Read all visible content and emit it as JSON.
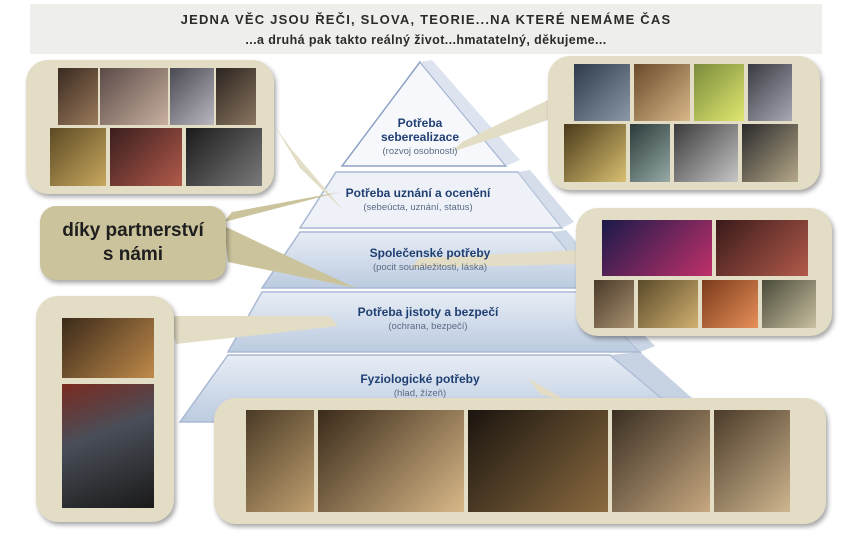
{
  "header": {
    "line1": "JEDNA VĚC JSOU ŘEČI, SLOVA, TEORIE...NA KTERÉ NEMÁME ČAS",
    "line2": "...a druhá pak takto reálný život...hmatatelný, děkujeme..."
  },
  "pyramid": {
    "levels": [
      {
        "title_lines": [
          "Potřeba",
          "seberealizace"
        ],
        "subtitle": "(rozvoj osobnosti)"
      },
      {
        "title_lines": [
          "Potřeba uznání a ocenění"
        ],
        "subtitle": "(sebeúcta, uznání, status)"
      },
      {
        "title_lines": [
          "Společenské potřeby"
        ],
        "subtitle": "(pocit sounáležitosti, láska)"
      },
      {
        "title_lines": [
          "Potřeba jistoty a bezpečí"
        ],
        "subtitle": "(ochrana, bezpečí)"
      },
      {
        "title_lines": [
          "Fyziologické potřeby"
        ],
        "subtitle": "(hlad, žízeň)"
      }
    ]
  },
  "partner_label": {
    "line1": "díky partnerství",
    "line2": "s námi"
  },
  "colors": {
    "bubble": "#e3ddc6",
    "partner": "#cac39b",
    "pyramid": "#d8e2ef",
    "pyramid_text": "#1f3f72"
  }
}
